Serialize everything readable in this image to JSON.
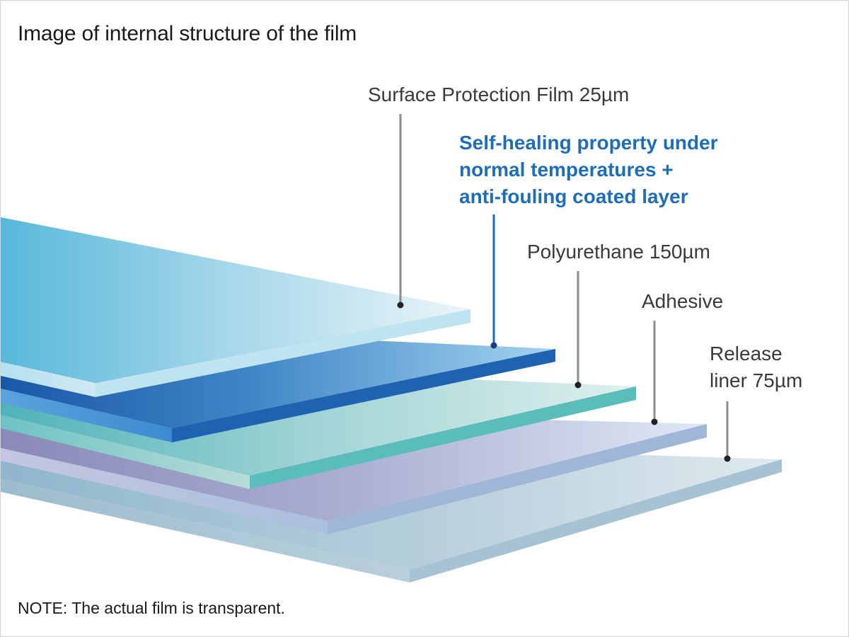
{
  "title": "Image of internal structure of the film",
  "note": "NOTE: The actual film is transparent.",
  "layers": [
    {
      "lines": [
        "Surface Protection Film 25µm"
      ],
      "highlight": false
    },
    {
      "lines": [
        "Self-healing property under",
        "normal temperatures +",
        "anti-fouling coated layer"
      ],
      "highlight": true,
      "color": "#1f6db4"
    },
    {
      "lines": [
        "Polyurethane 150µm"
      ],
      "highlight": false
    },
    {
      "lines": [
        "Adhesive"
      ],
      "highlight": false
    },
    {
      "lines": [
        "Release",
        "liner 75µm"
      ],
      "highlight": false
    }
  ]
}
